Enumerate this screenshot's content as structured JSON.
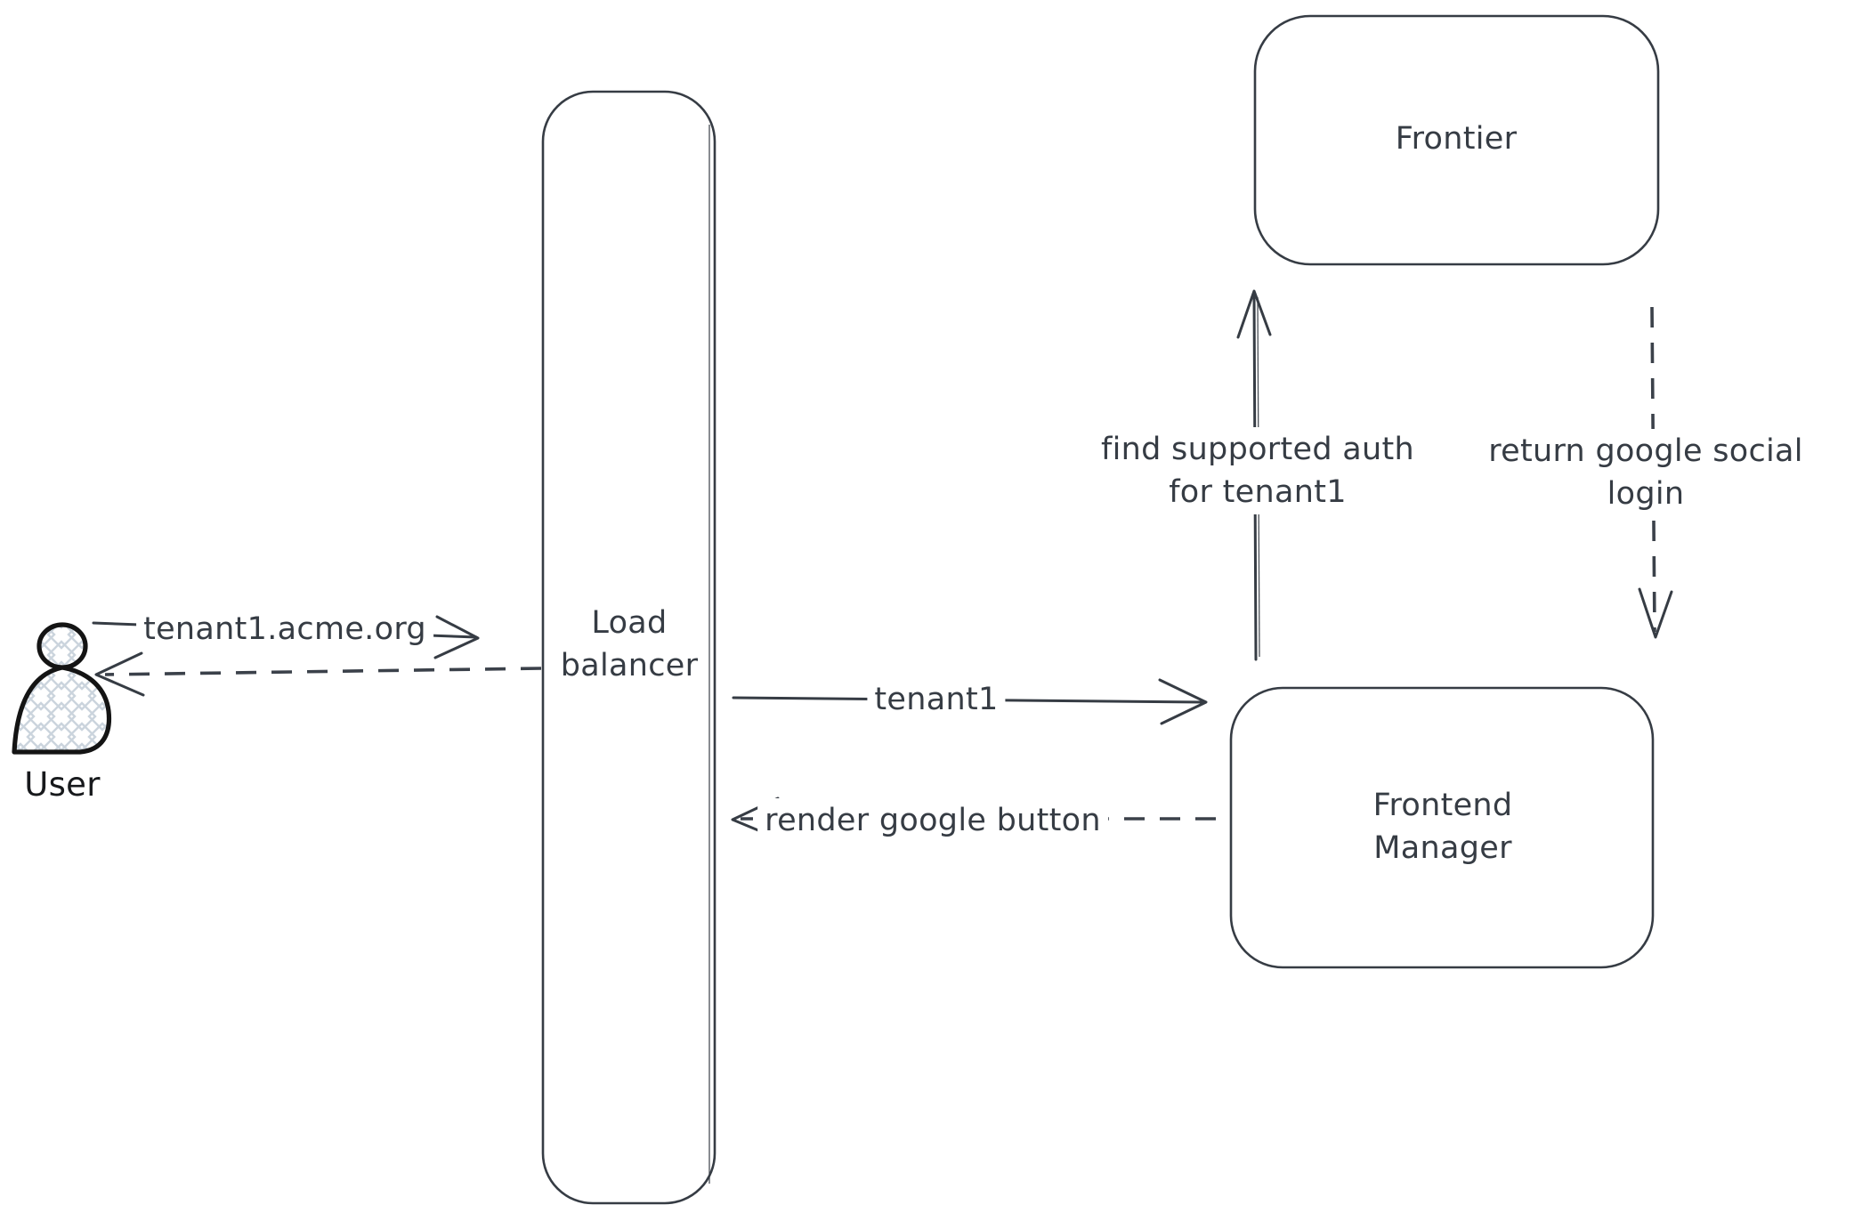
{
  "colors": {
    "background": "#ffffff",
    "stroke": "#363c44",
    "text": "#363c44",
    "actor_stroke": "#141414",
    "actor_hatch_fill": "#cbd4dd"
  },
  "nodes": {
    "user": {
      "label": "User",
      "type": "actor"
    },
    "load_balancer": {
      "line1": "Load",
      "line2": "balancer",
      "type": "rounded-box"
    },
    "frontier": {
      "label": "Frontier",
      "type": "rounded-box"
    },
    "frontend_manager": {
      "line1": "Frontend",
      "line2": "Manager",
      "type": "rounded-box"
    }
  },
  "edges": {
    "user_request": {
      "label": "tenant1.acme.org",
      "style": "solid",
      "from": "User",
      "to": "Load balancer"
    },
    "lb_response": {
      "label": "",
      "style": "dashed",
      "from": "Load balancer",
      "to": "User"
    },
    "lb_forward": {
      "label": "tenant1",
      "style": "solid",
      "from": "Load balancer",
      "to": "Frontend Manager"
    },
    "fm_render": {
      "label": "render google button",
      "style": "dashed",
      "from": "Frontend Manager",
      "to": "Load balancer"
    },
    "fm_find_auth": {
      "line1": "find supported auth",
      "line2": "for tenant1",
      "style": "solid",
      "from": "Frontend Manager",
      "to": "Frontier"
    },
    "frontier_return": {
      "line1": "return google social",
      "line2": "login",
      "style": "dashed",
      "from": "Frontier",
      "to": "Frontend Manager"
    }
  }
}
